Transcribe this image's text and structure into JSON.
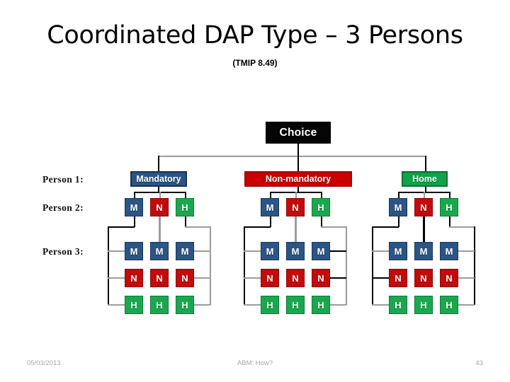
{
  "slide": {
    "title": "Coordinated DAP Type – 3 Persons",
    "subtitle": "(TMIP 8.49)"
  },
  "row_labels": [
    {
      "id": "person-1",
      "text": "Person 1:"
    },
    {
      "id": "person-2",
      "text": "Person 2:"
    },
    {
      "id": "person-3",
      "text": "Person 3:"
    }
  ],
  "diagram": {
    "root": {
      "label": "Choice",
      "color": "#050505"
    },
    "branches": [
      {
        "id": "mandatory",
        "label": "Mandatory",
        "color": "#2a5584"
      },
      {
        "id": "non-mandatory",
        "label": "Non-mandatory",
        "color": "#cc0000"
      },
      {
        "id": "home",
        "label": "Home",
        "color": "#0fa34a"
      }
    ],
    "choice_codes": [
      {
        "code": "M",
        "name": "mandatory",
        "color": "#2a5584"
      },
      {
        "code": "N",
        "name": "non-mandatory",
        "color": "#c40b0b"
      },
      {
        "code": "H",
        "name": "home",
        "color": "#1aa84f"
      }
    ],
    "person2_row": [
      "M",
      "N",
      "H"
    ],
    "person3_grid": [
      [
        "M",
        "M",
        "M"
      ],
      [
        "N",
        "N",
        "N"
      ],
      [
        "H",
        "H",
        "H"
      ]
    ]
  },
  "footer": {
    "date": "05/03/2013",
    "title": "ABM: How?",
    "page": "43"
  }
}
